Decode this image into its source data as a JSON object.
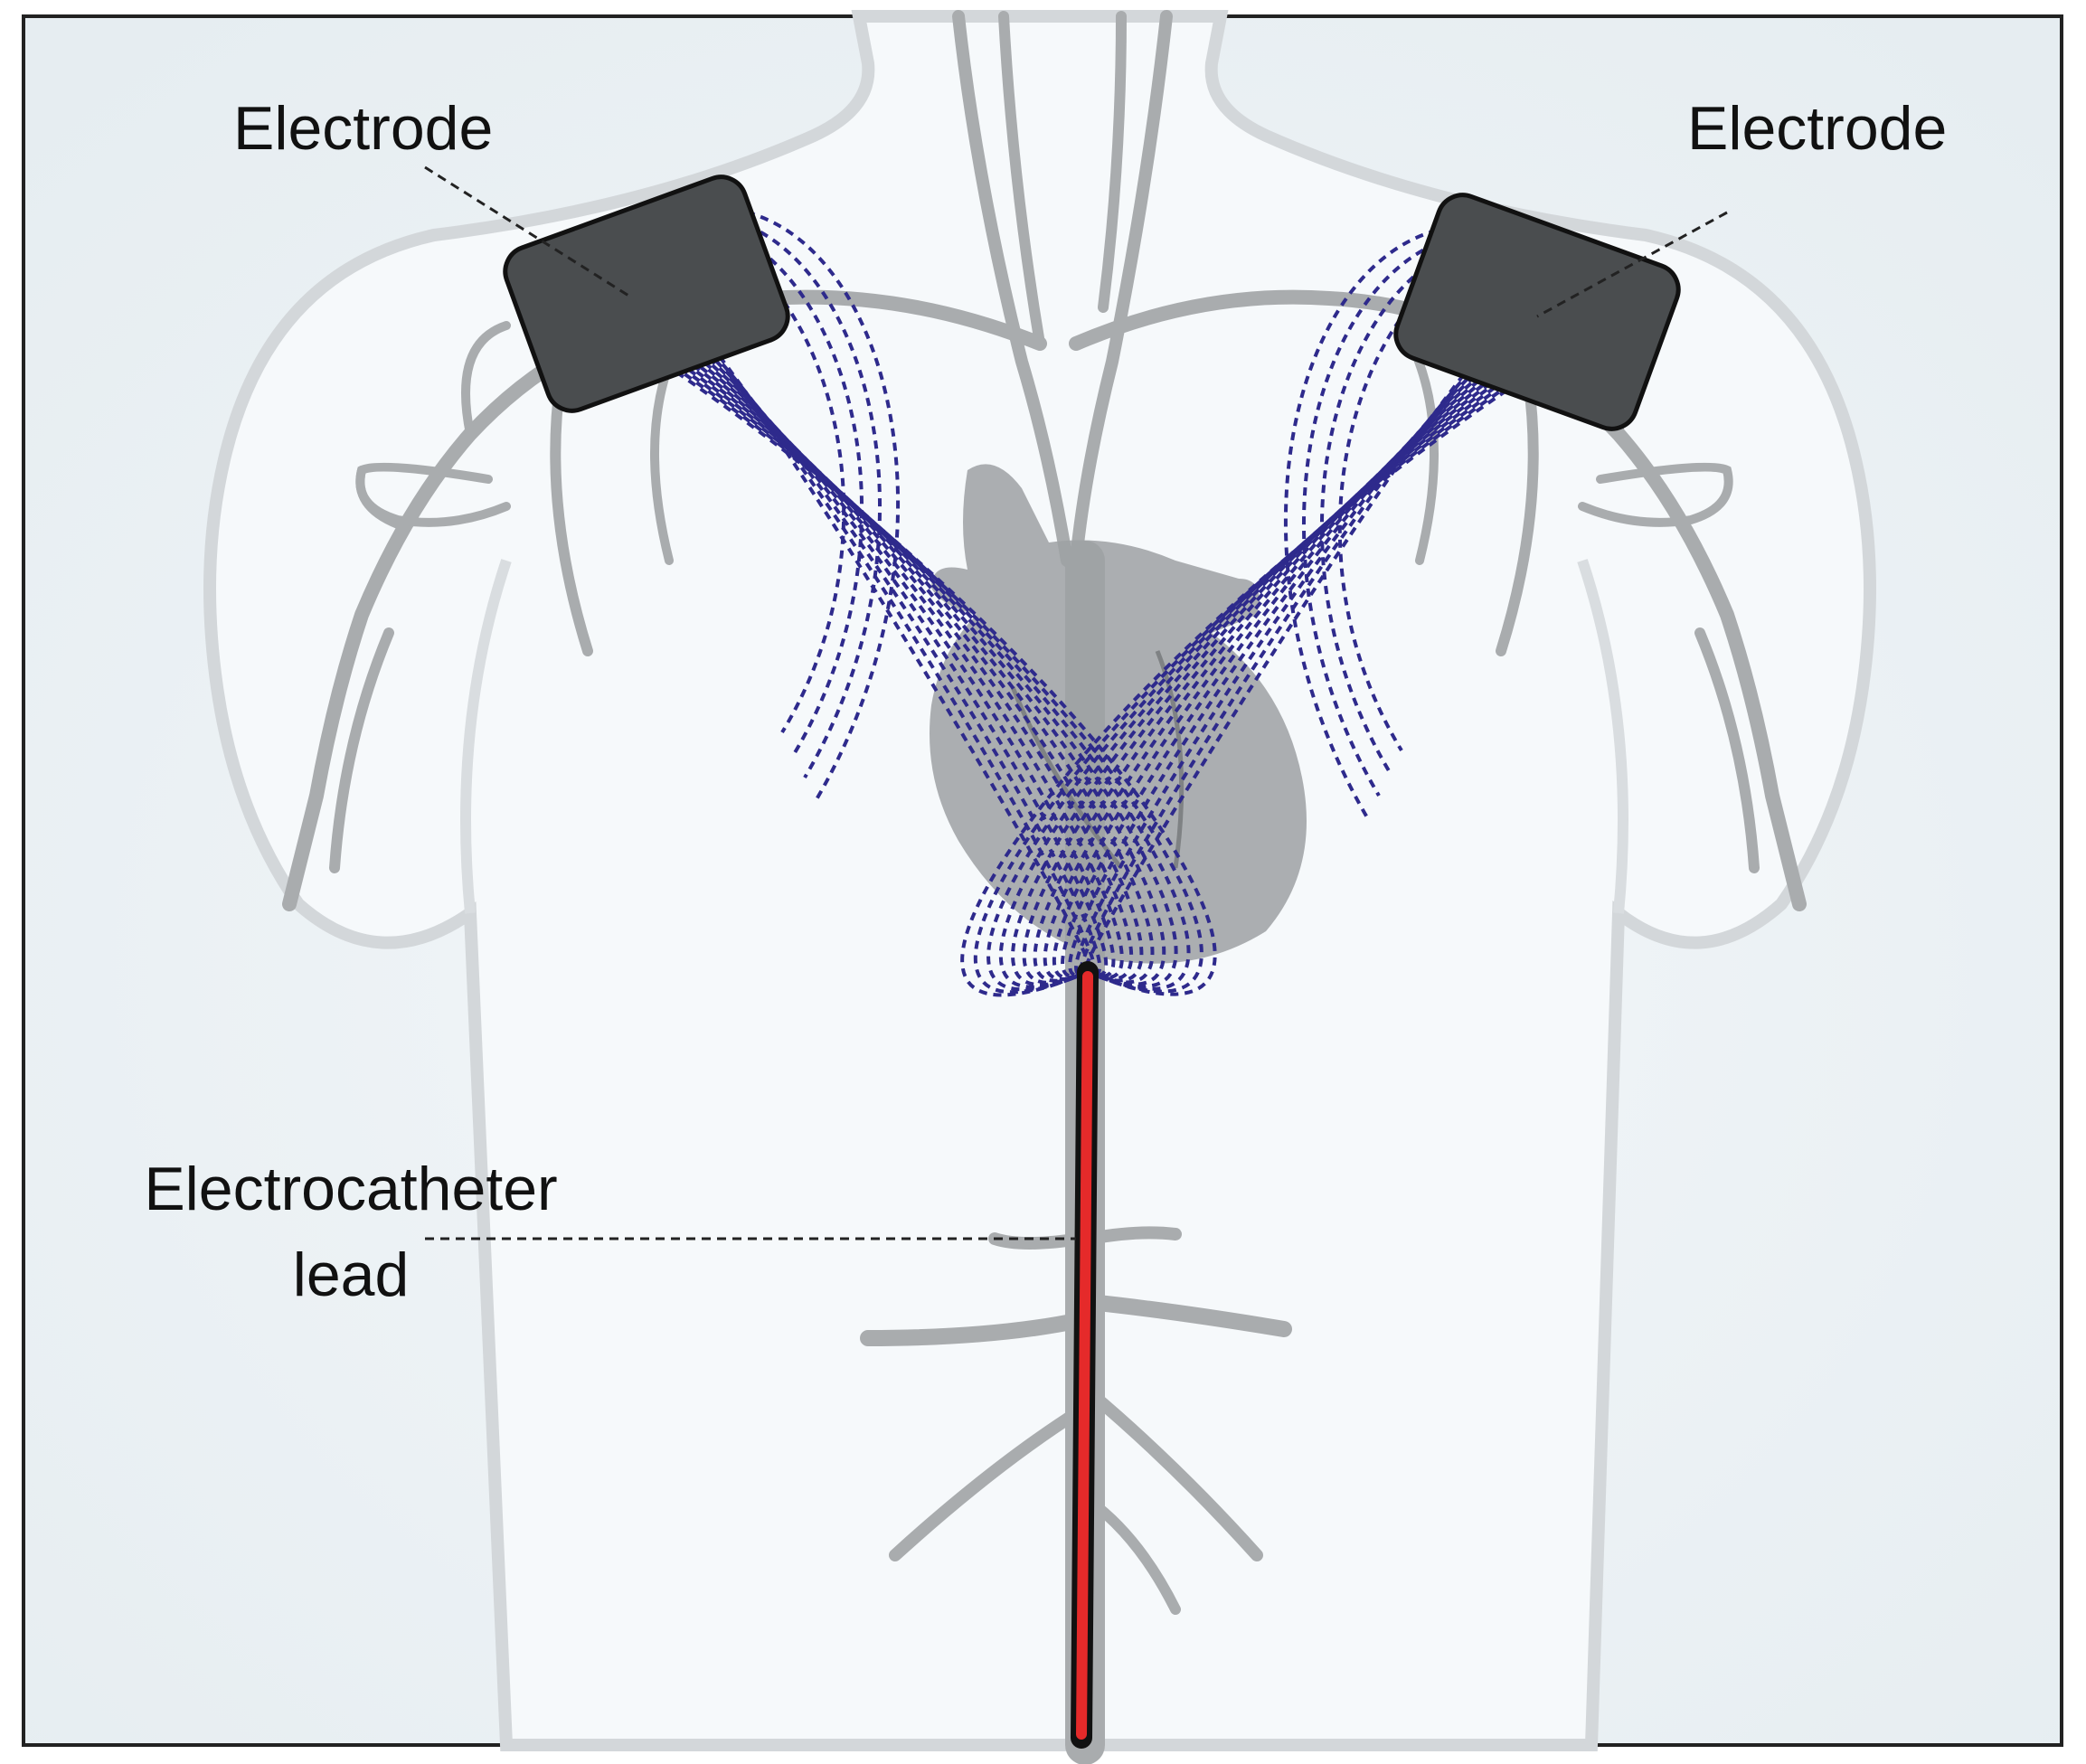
{
  "labels": {
    "electrode_left": "Electrode",
    "electrode_right": "Electrode",
    "catheter_line1": "Electrocatheter",
    "catheter_line2": "lead"
  },
  "colors": {
    "frame": "#222222",
    "background": "#eef3f6",
    "body_fill": "#f6f9fb",
    "body_outline": "#d3d7da",
    "vessel": "#a9acae",
    "heart": "#9ea1a3",
    "electrode": "#4a4d4f",
    "field_lines": "#2e2a8c",
    "catheter": "#e52a2a",
    "leader_line": "#222222"
  },
  "icons": {
    "electrode_left": "electrode-pad-icon",
    "electrode_right": "electrode-pad-icon",
    "heart": "heart-icon",
    "catheter": "catheter-lead-icon"
  }
}
